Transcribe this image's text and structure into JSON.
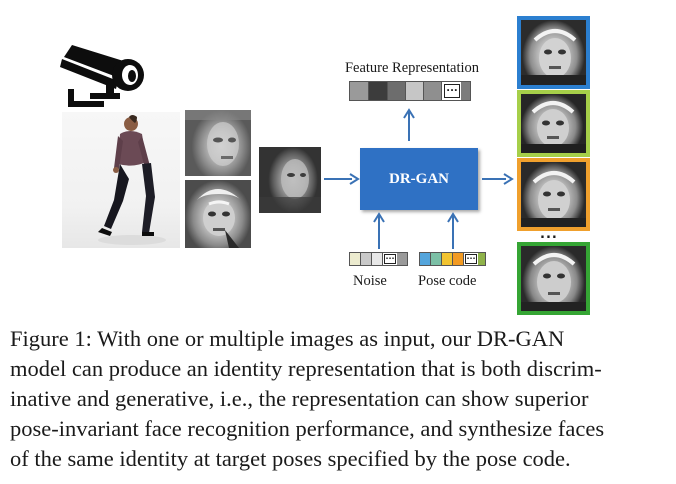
{
  "figure": {
    "feature_label": "Feature Representation",
    "model_label": "DR-GAN",
    "noise_label": "Noise",
    "pose_label": "Pose code",
    "noise_dots": "...",
    "pose_dots": "...",
    "feature_dots": "...",
    "output_ellipsis": "...",
    "colors": {
      "model_box": "#2f71c4",
      "arrow": "#3a72b5",
      "frame_blue": "#2b7fd0",
      "frame_green_light": "#a6cf49",
      "frame_orange": "#f0a02d",
      "frame_green": "#35a534",
      "pose_cells": [
        "#54a5dc",
        "#7cc0a6",
        "#f2c430",
        "#f29a22"
      ]
    },
    "icons": [
      "security-camera-icon",
      "walking-person-image",
      "face-photos"
    ]
  },
  "caption": {
    "lines": [
      "Figure 1:  With one or multiple images as input, our DR-GAN",
      "model can produce an identity representation that is both discrim-",
      "inative and generative, i.e., the representation can show superior",
      "pose-invariant face recognition performance, and synthesize faces",
      "of the same identity at target poses specified by the pose code."
    ]
  }
}
